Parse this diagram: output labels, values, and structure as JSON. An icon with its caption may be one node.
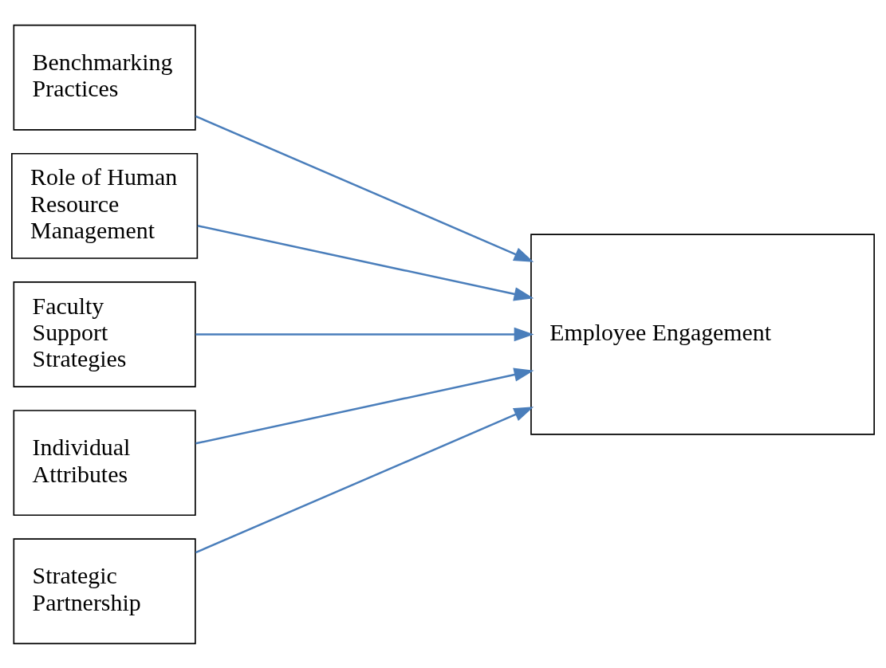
{
  "diagram": {
    "nodes": [
      {
        "text": [
          "Benchmarking Practices"
        ]
      },
      {
        "text": [
          "Role of Human Resource Management"
        ]
      },
      {
        "text": [
          "Faculty Support Strategies"
        ]
      },
      {
        "text": [
          "Individual Attributes"
        ]
      },
      {
        "text": [
          "Strategic Partnership"
        ]
      },
      {
        "text": [
          "Employee Engagement"
        ]
      }
    ],
    "edges": [
      {
        "from": 0,
        "to": 5,
        "arrow": "to"
      },
      {
        "from": 1,
        "to": 5,
        "arrow": "to"
      },
      {
        "from": 2,
        "to": 5,
        "arrow": "to"
      },
      {
        "from": 3,
        "to": 5,
        "arrow": "to"
      },
      {
        "from": 4,
        "to": 5,
        "arrow": "to"
      }
    ]
  }
}
